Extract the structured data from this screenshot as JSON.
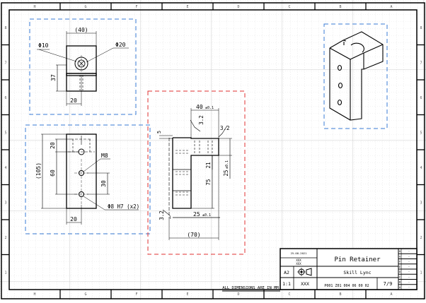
{
  "sheet": {
    "zones_top": [
      "H",
      "G",
      "F",
      "E",
      "D",
      "C",
      "B",
      "A"
    ],
    "zones_side": [
      "8",
      "7",
      "6",
      "5",
      "4",
      "3",
      "2",
      "1"
    ],
    "note": "ALL DIMENSIONS ARE IN MM",
    "colors": {
      "view_frame_blue": "#3a7bd5",
      "view_frame_red": "#e03030",
      "line": "#000000",
      "grid": "#c8c8c8",
      "background": "#ffffff"
    }
  },
  "views": {
    "top": {
      "dim_width": "(40)",
      "dim_hole_small": "Φ10",
      "dim_hole_large": "Φ20",
      "dim_height": "37",
      "dim_offset": "20"
    },
    "front": {
      "dim_overall": "(105)",
      "dim_top": "20",
      "dim_spacing": "60",
      "dim_hole": "30",
      "thread_callout": "M8",
      "hole_callout": "Φ8 H7 (x2)",
      "dim_width": "20"
    },
    "side": {
      "dim_top": "40",
      "tol_top": "±0.1",
      "roughness_1": "3.2",
      "roughness_2": "3.2",
      "roughness_3": "3.2",
      "dim_step": "5",
      "dim_21": "21",
      "dim_75": "75",
      "dim_25_right": "25",
      "tol_25_right": "±0.1",
      "dim_25_bottom": "25",
      "tol_25_bottom": "±0.1",
      "dim_overall": "(70)"
    }
  },
  "title_block": {
    "date": "25-08-2021",
    "drawn": "XXX",
    "checked": "XXX",
    "title": "Pin Retainer",
    "company": "Skill Lync",
    "sheet_size": "A2",
    "projection_symbol": "first-angle-projection-icon",
    "scale": "1:1",
    "weight": "XXX",
    "drawing_number": "P001 Z01 004 06 00 02",
    "sheet_number": "7/9",
    "revisions": [
      "-",
      "-",
      "-",
      "-",
      "-",
      "-",
      "-",
      "-"
    ],
    "revision_letters": [
      "H",
      "G",
      "F",
      "E",
      "D",
      "C",
      "B",
      "A"
    ]
  }
}
